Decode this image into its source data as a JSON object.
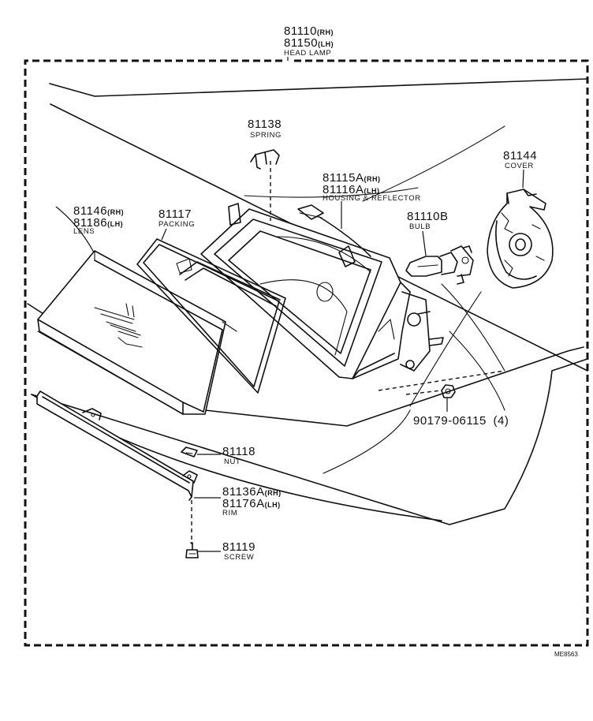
{
  "labels": {
    "headlamp": {
      "rh": "81110",
      "rh_side": "(RH)",
      "lh": "81150",
      "lh_side": "(LH)",
      "name": "HEAD LAMP"
    },
    "spring": {
      "part": "81138",
      "name": "SPRING"
    },
    "housing": {
      "rh": "81115A",
      "rh_side": "(RH)",
      "lh": "81116A",
      "lh_side": "(LH)",
      "name": "HOUSING & REFLECTOR"
    },
    "cover": {
      "part": "81144",
      "name": "COVER"
    },
    "lens": {
      "rh": "81146",
      "rh_side": "(RH)",
      "lh": "81186",
      "lh_side": "(LH)",
      "name": "LENS"
    },
    "packing": {
      "part": "81117",
      "name": "PACKING"
    },
    "bulb": {
      "part": "81110B",
      "name": "BULB"
    },
    "bolt": {
      "part": "90179-06115",
      "qty": "(4)"
    },
    "nut": {
      "part": "81118",
      "name": "NUT"
    },
    "rim": {
      "rh": "81136A",
      "rh_side": "(RH)",
      "lh": "81176A",
      "lh_side": "(LH)",
      "name": "RIM"
    },
    "screw": {
      "part": "81119",
      "name": "SCREW"
    }
  },
  "figure_code": "ME8563"
}
